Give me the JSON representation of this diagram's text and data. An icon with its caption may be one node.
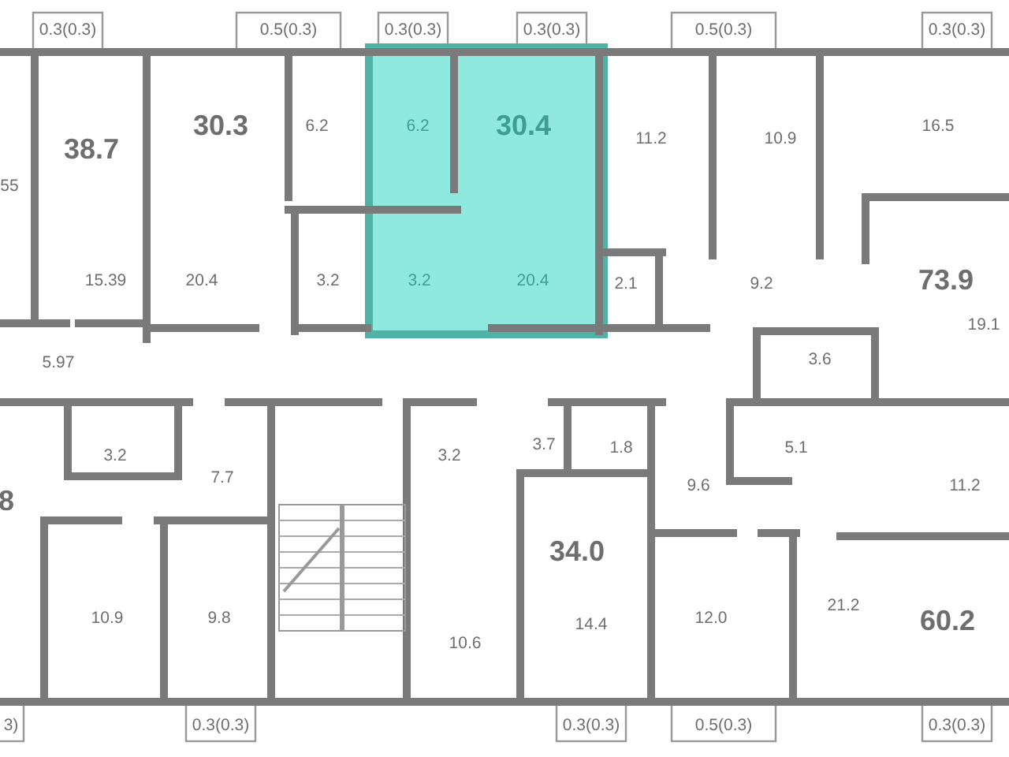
{
  "diagram": {
    "labels": [
      "0.3(0.3)",
      "0.5(0.3)",
      "0.3(0.3)",
      "0.3(0.3)",
      "0.5(0.3)",
      "0.3(0.3)",
      "38.7",
      "30.3",
      "6.2",
      "6.2",
      "30.4",
      "11.2",
      "10.9",
      "16.5",
      "55",
      "73.9",
      "15.39",
      "20.4",
      "3.2",
      "3.2",
      "20.4",
      "2.1",
      "9.2",
      "19.1",
      "5.97",
      "3.6",
      "3.2",
      "7.7",
      "3.2",
      "3.7",
      "1.8",
      "5.1",
      "8",
      "9.6",
      "11.2",
      "34.0",
      "10.9",
      "9.8",
      "10.6",
      "14.4",
      "12.0",
      "21.2",
      "60.2",
      "3)",
      "0.3(0.3)",
      "0.3(0.3)",
      "0.5(0.3)",
      "0.3(0.3)"
    ]
  }
}
